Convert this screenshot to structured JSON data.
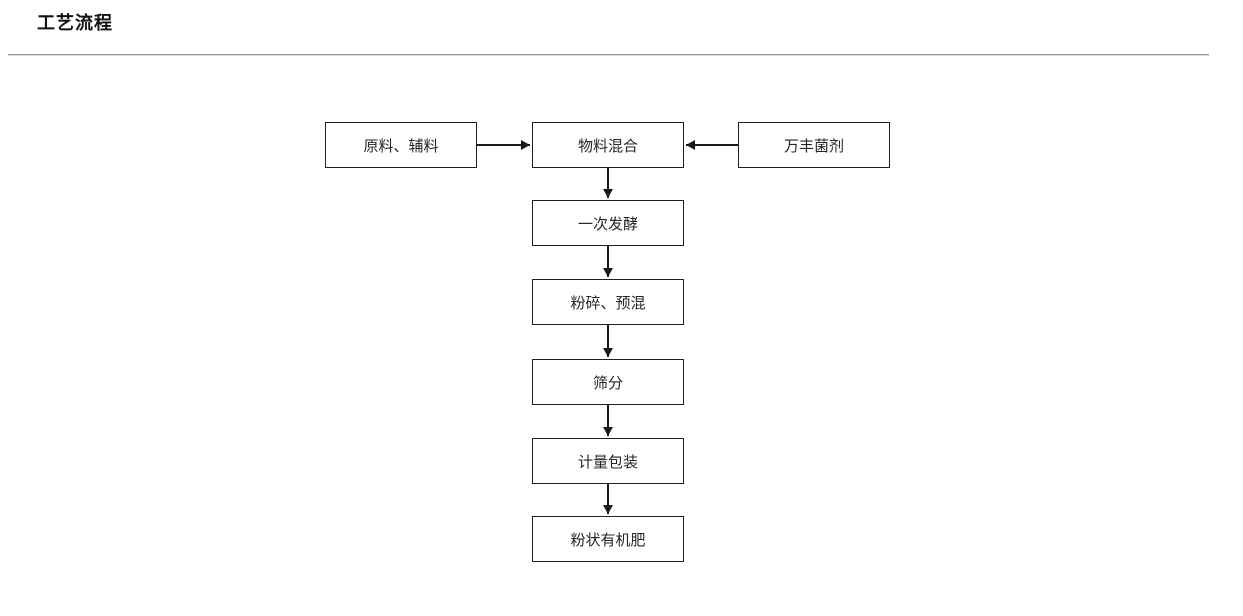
{
  "header": {
    "title": "工艺流程"
  },
  "flowchart": {
    "nodes": [
      {
        "id": "raw-materials",
        "label": "原料、辅料"
      },
      {
        "id": "material-mixing",
        "label": "物料混合"
      },
      {
        "id": "wanfeng-bacterial-agent",
        "label": "万丰菌剂"
      },
      {
        "id": "primary-fermentation",
        "label": "一次发酵"
      },
      {
        "id": "crushing-premixing",
        "label": "粉碎、预混"
      },
      {
        "id": "screening",
        "label": "筛分"
      },
      {
        "id": "metering-packaging",
        "label": "计量包装"
      },
      {
        "id": "powdered-organic-fertilizer",
        "label": "粉状有机肥"
      }
    ],
    "edges": [
      {
        "from": "raw-materials",
        "to": "material-mixing"
      },
      {
        "from": "wanfeng-bacterial-agent",
        "to": "material-mixing"
      },
      {
        "from": "material-mixing",
        "to": "primary-fermentation"
      },
      {
        "from": "primary-fermentation",
        "to": "crushing-premixing"
      },
      {
        "from": "crushing-premixing",
        "to": "screening"
      },
      {
        "from": "screening",
        "to": "metering-packaging"
      },
      {
        "from": "metering-packaging",
        "to": "powdered-organic-fertilizer"
      }
    ]
  },
  "colors": {
    "box_border": "#1f1f1f",
    "arrow": "#1a1a1a",
    "divider": "#9a9a9a",
    "text": "#262626",
    "background": "#ffffff"
  }
}
